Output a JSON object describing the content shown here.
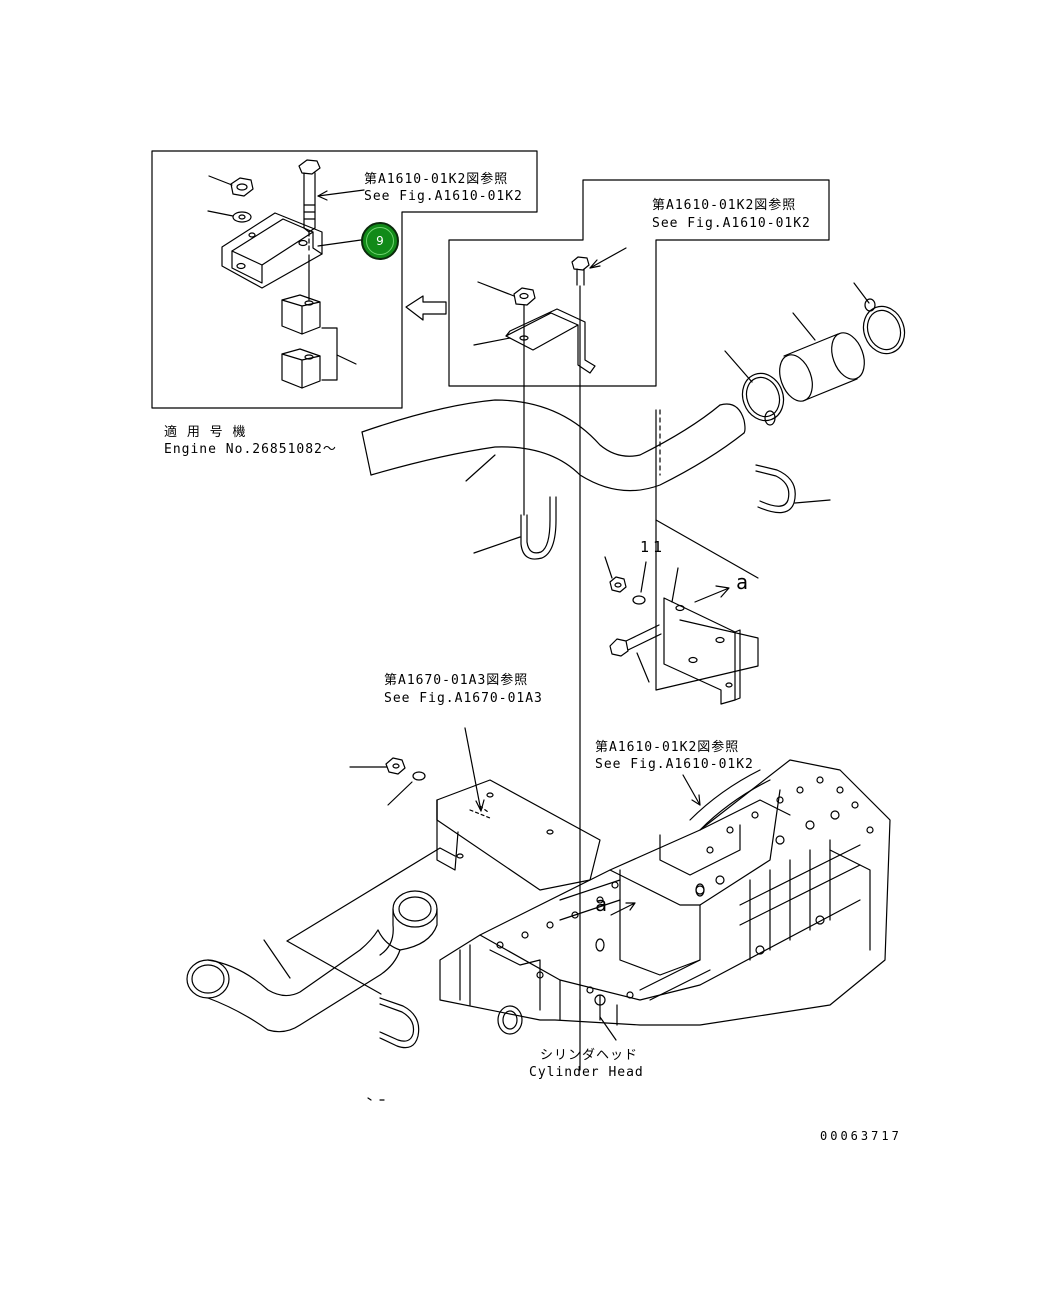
{
  "inset_box": {
    "ref_jp": "第A1610-01K2図参照",
    "ref_en": "See Fig.A1610-01K2"
  },
  "callout": {
    "number": "9",
    "color": "#118a18"
  },
  "applicability": {
    "jp": "適 用 号 機",
    "en": "Engine No.26851082～"
  },
  "upper_right_box": {
    "ref_jp": "第A1610-01K2図参照",
    "ref_en": "See Fig.A1610-01K2"
  },
  "part_eleven": "11",
  "view_a_upper": "a",
  "view_a_lower": "a",
  "center_ref": {
    "ref_jp": "第A1670-01A3図参照",
    "ref_en": "See Fig.A1670-01A3"
  },
  "head_ref": {
    "ref_jp": "第A1610-01K2図参照",
    "ref_en": "See Fig.A1610-01K2"
  },
  "cylinder_head": {
    "jp": "シリンダヘッド",
    "en": "Cylinder Head"
  },
  "drawing_number": "00063717"
}
